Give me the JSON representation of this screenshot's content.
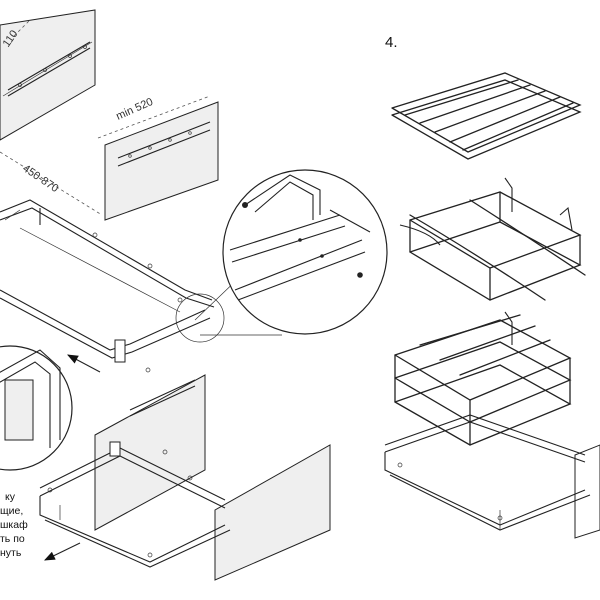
{
  "dimensions": {
    "depth_label": "110",
    "min_label": "min 520",
    "range_label": "450-870"
  },
  "step_number": "4.",
  "instruction_lines": [
    "ку",
    "щие,",
    "шкаф",
    "ть по",
    "нуть"
  ]
}
